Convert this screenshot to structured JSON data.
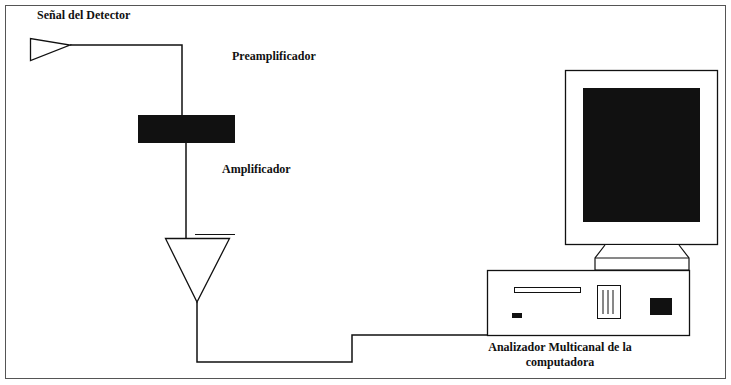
{
  "diagram": {
    "nodes": [
      {
        "text": [
          "Señal del Detector"
        ]
      },
      {
        "text": [
          "Preamplificador"
        ]
      },
      {
        "text": [
          "Amplificador"
        ]
      },
      {
        "text": [
          "Analizador Multicanal de la computadora"
        ]
      }
    ],
    "edges": [
      {
        "from": 0,
        "to": 1,
        "arrow": "none"
      },
      {
        "from": 1,
        "to": 2,
        "arrow": "none"
      },
      {
        "from": 2,
        "to": 3,
        "arrow": "none"
      }
    ]
  }
}
